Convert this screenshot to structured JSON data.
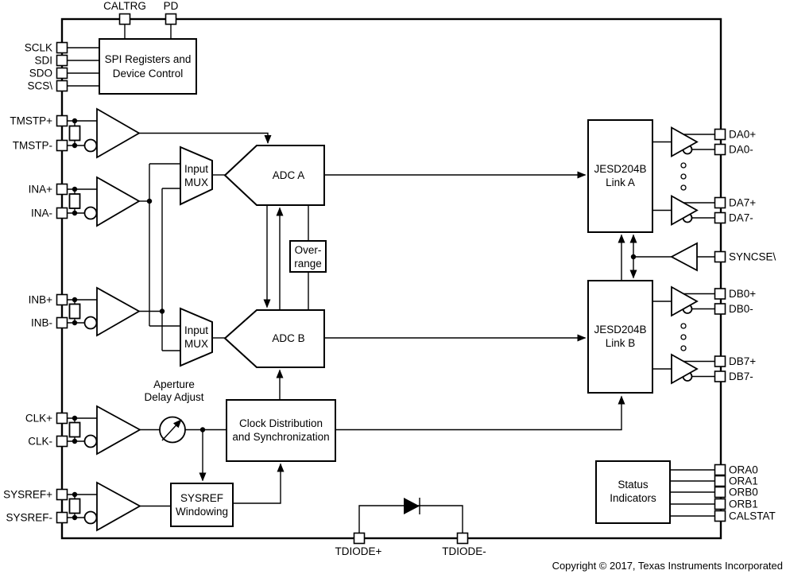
{
  "copyright": "Copyright © 2017, Texas Instruments Incorporated",
  "pins": {
    "caltrg": "CALTRG",
    "pd": "PD",
    "sclk": "SCLK",
    "sdi": "SDI",
    "sdo": "SDO",
    "scs": "SCS\\",
    "tmstp_p": "TMSTP+",
    "tmstp_n": "TMSTP-",
    "ina_p": "INA+",
    "ina_n": "INA-",
    "inb_p": "INB+",
    "inb_n": "INB-",
    "clk_p": "CLK+",
    "clk_n": "CLK-",
    "sysref_p": "SYSREF+",
    "sysref_n": "SYSREF-",
    "da0_p": "DA0+",
    "da0_n": "DA0-",
    "da7_p": "DA7+",
    "da7_n": "DA7-",
    "syncse": "SYNCSE\\",
    "db0_p": "DB0+",
    "db0_n": "DB0-",
    "db7_p": "DB7+",
    "db7_n": "DB7-",
    "ora0": "ORA0",
    "ora1": "ORA1",
    "orb0": "ORB0",
    "orb1": "ORB1",
    "calstat": "CALSTAT",
    "tdiode_p": "TDIODE+",
    "tdiode_n": "TDIODE-"
  },
  "blocks": {
    "spi": {
      "line1": "SPI Registers and",
      "line2": "Device Control"
    },
    "mux_a": {
      "line1": "Input",
      "line2": "MUX"
    },
    "mux_b": {
      "line1": "Input",
      "line2": "MUX"
    },
    "adc_a": {
      "label": "ADC A"
    },
    "adc_b": {
      "label": "ADC B"
    },
    "over_range": {
      "line1": "Over-",
      "line2": "range"
    },
    "clock_dist": {
      "line1": "Clock Distribution",
      "line2": "and Synchronization"
    },
    "sysref_win": {
      "line1": "SYSREF",
      "line2": "Windowing"
    },
    "link_a": {
      "line1": "JESD204B",
      "line2": "Link A"
    },
    "link_b": {
      "line1": "JESD204B",
      "line2": "Link B"
    },
    "status": {
      "line1": "Status",
      "line2": "Indicators"
    }
  },
  "annotations": {
    "aperture": {
      "line1": "Aperture",
      "line2": "Delay Adjust"
    }
  },
  "colors": {
    "line": "#000000",
    "background": "#ffffff",
    "text": "#000000"
  }
}
